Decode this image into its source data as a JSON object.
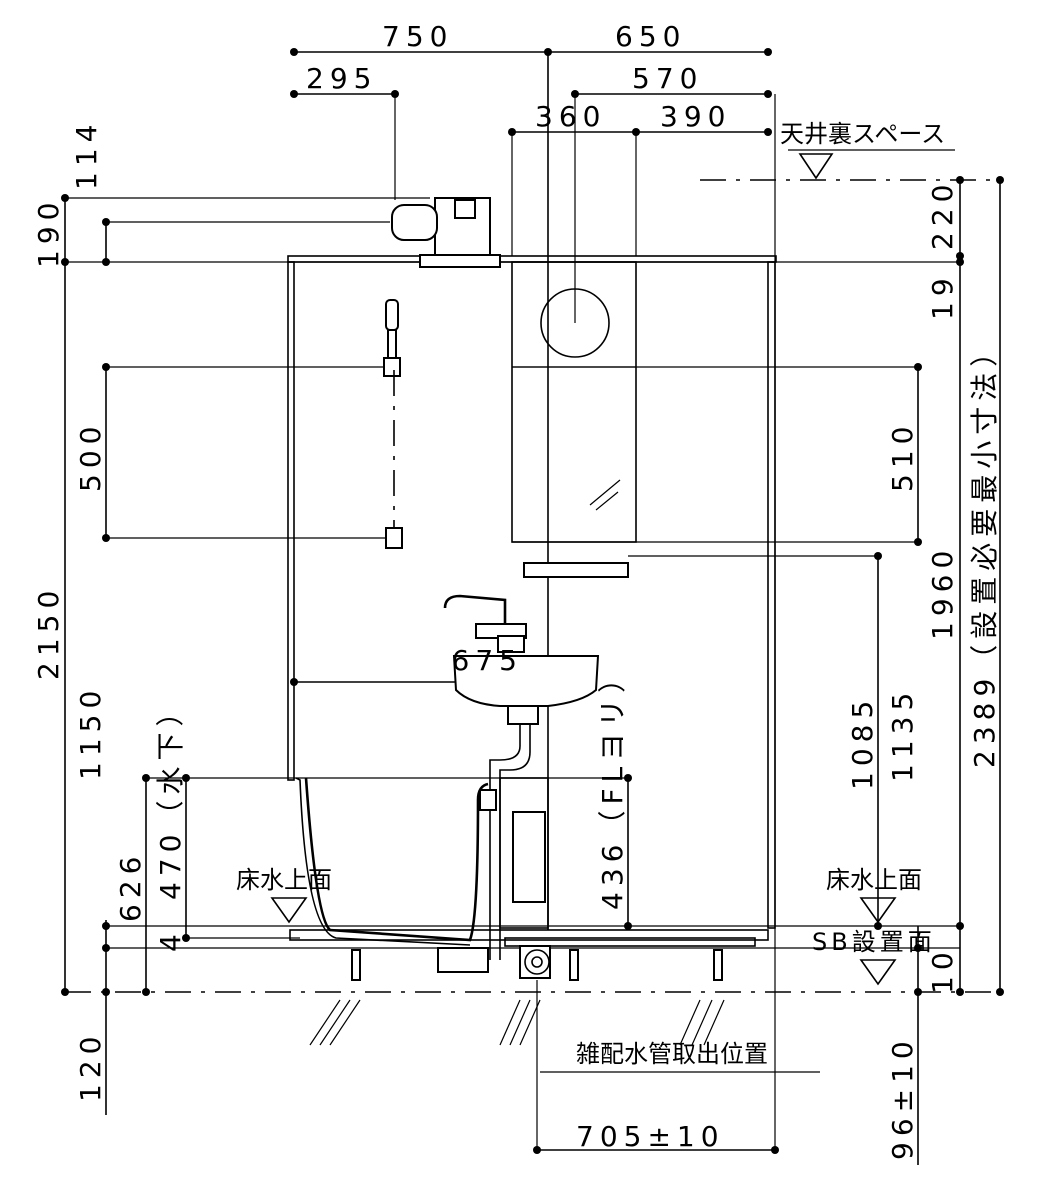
{
  "dimensions": {
    "top_750": "750",
    "top_650": "650",
    "top_295": "295",
    "top_570": "570",
    "top_360": "360",
    "top_390": "390",
    "left_114": "114",
    "left_190": "190",
    "left_500": "500",
    "left_2150": "2150",
    "left_1150": "1150",
    "left_626": "626",
    "left_470": "470（水下）",
    "left_4": "4",
    "left_120": "120",
    "mid_675": "675",
    "mid_436": "436（FLヨリ）",
    "right_220": "220",
    "right_19": "19",
    "right_510": "510",
    "right_1960": "1960",
    "right_1085": "1085",
    "right_1135": "1135",
    "right_2389": "2389（設置必要最小寸法）",
    "right_10": "10",
    "right_96": "96±10",
    "bottom_705": "705±10"
  },
  "labels": {
    "ceiling_space": "天井裏スペース",
    "floor_water_left": "床水上面",
    "floor_water_right": "床水上面",
    "sb_surface": "SB設置面",
    "drain_position": "雑配水管取出位置"
  }
}
